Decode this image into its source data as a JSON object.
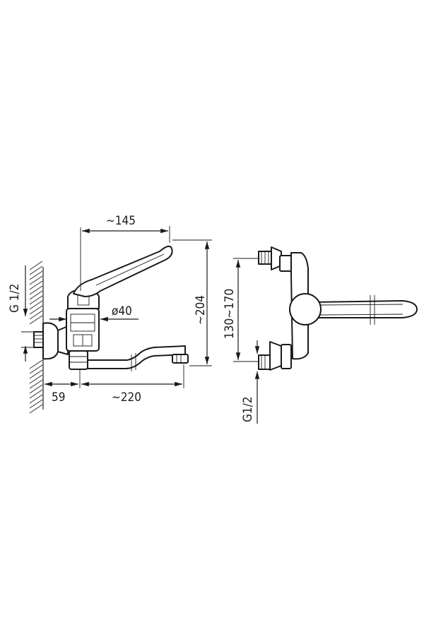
{
  "diagram": {
    "side_view": {
      "lever_reach": "~145",
      "body_diameter": "ø40",
      "total_height": "~204",
      "wall_offset": "59",
      "spout_reach": "~220",
      "thread": "G 1/2"
    },
    "front_view": {
      "spacing": "130~170",
      "thread": "G1/2"
    },
    "colors": {
      "line": "#1a1a1a",
      "background": "#ffffff"
    }
  }
}
